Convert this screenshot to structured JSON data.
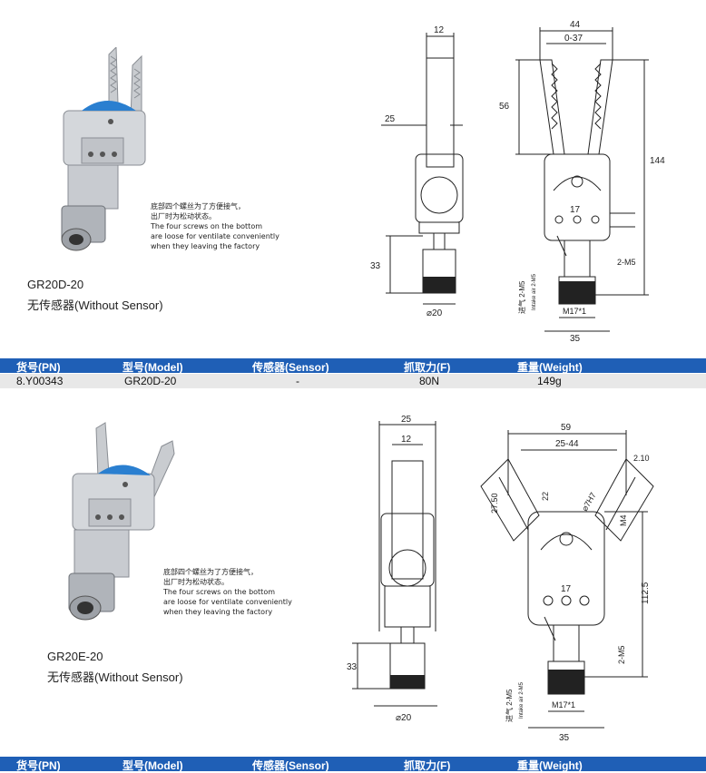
{
  "products": [
    {
      "model_label": "GR20D-20",
      "sensor_label": "无传感器(Without Sensor)",
      "note": [
        "底部四个螺丝为了方便接气，",
        "出厂时为松动状态。",
        "The four screws on the bottom",
        "are loose for ventilate conveniently",
        "when they leaving the factory"
      ],
      "side_dims": {
        "top_width": "12",
        "arm": "25",
        "height": "33",
        "dia": "⌀20"
      },
      "front_dims": {
        "outer": "44",
        "open": "0-37",
        "jaw": "56",
        "total": "144",
        "hole": "17",
        "thread_side": "2-M5",
        "intake": "进气 2-M5",
        "intake_en": "Intake air 2-M5",
        "nozzle": "M17*1",
        "base": "35"
      }
    },
    {
      "model_label": "GR20E-20",
      "sensor_label": "无传感器(Without Sensor)",
      "note": [
        "底部四个螺丝为了方便接气，",
        "出厂时为松动状态。",
        "The four screws on the bottom",
        "are loose for ventilate conveniently",
        "when they leaving the factory"
      ],
      "side_dims": {
        "width": "25",
        "top_width": "12",
        "height": "33",
        "dia": "⌀20"
      },
      "front_dims": {
        "outer": "59",
        "open": "25-44",
        "tip": "2.10",
        "a1": "27.50",
        "a2": "22",
        "hole_dia": "⌀7H7",
        "m4": "M4",
        "total": "112.5",
        "hole": "17",
        "thread_side": "2-M5",
        "intake": "进气 2-M5",
        "intake_en": "Intake air 2-M5",
        "nozzle": "M17*1",
        "base": "35"
      }
    }
  ],
  "table": {
    "headers": [
      "货号(PN)",
      "型号(Model)",
      "传感器(Sensor)",
      "抓取力(F)",
      "重量(Weight)"
    ],
    "row": [
      "8.Y00343",
      "GR20D-20",
      "-",
      "80N",
      "149g"
    ]
  },
  "colors": {
    "header_bg": "#1f5fb6",
    "row_bg": "#e8e8e8",
    "body": "#b8bcc2",
    "badge": "#2a7fd0"
  }
}
